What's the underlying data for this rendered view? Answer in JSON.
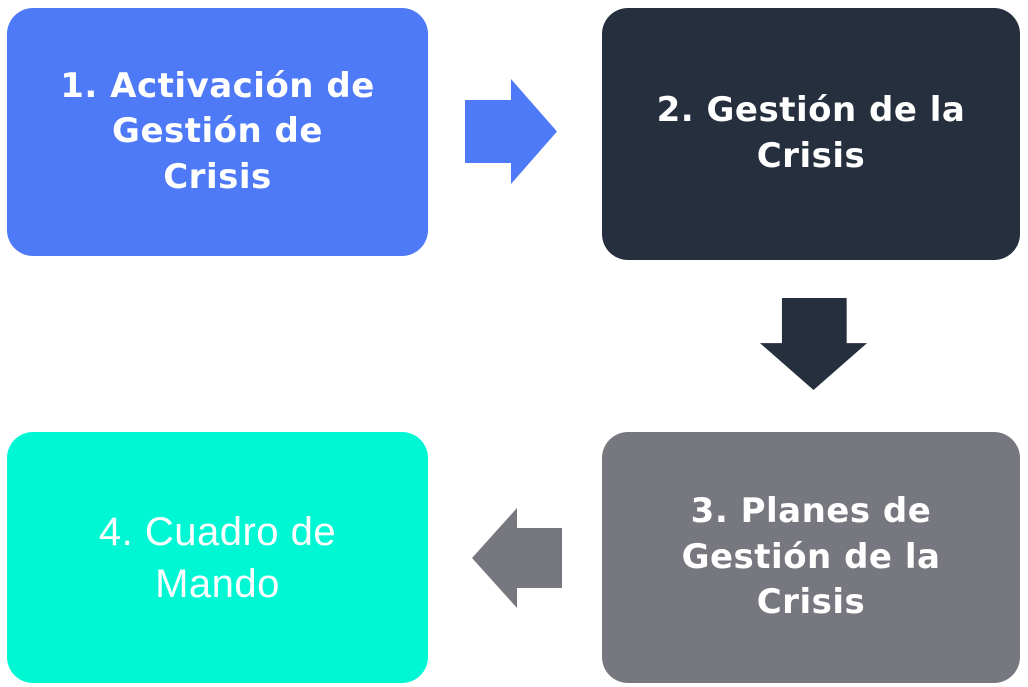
{
  "diagram": {
    "background_color": "#FFFFFF",
    "text_color": "#FFFFFF",
    "steps": [
      {
        "label": "1. Activación de Gestión de Crisis",
        "lines": [
          "1. Activación de",
          "Gestión de",
          "Crisis"
        ],
        "color": "#4F7AF7"
      },
      {
        "label": "2. Gestión de la Crisis",
        "lines": [
          "2. Gestión de la",
          "Crisis"
        ],
        "color": "#262F3E"
      },
      {
        "label": "3. Planes de Gestión de la Crisis",
        "lines": [
          "3. Planes de",
          "Gestión de la",
          "Crisis"
        ],
        "color": "#77787F"
      },
      {
        "label": "4. Cuadro de Mando",
        "lines": [
          "4. Cuadro de",
          "Mando"
        ],
        "color": "#00F7D4"
      }
    ],
    "arrows": [
      {
        "name": "arrow-step1-to-step2",
        "direction": "right",
        "color": "#4F7AF7"
      },
      {
        "name": "arrow-step2-to-step3",
        "direction": "down",
        "color": "#262F3E"
      },
      {
        "name": "arrow-step3-to-step4",
        "direction": "left",
        "color": "#77787F"
      }
    ]
  }
}
